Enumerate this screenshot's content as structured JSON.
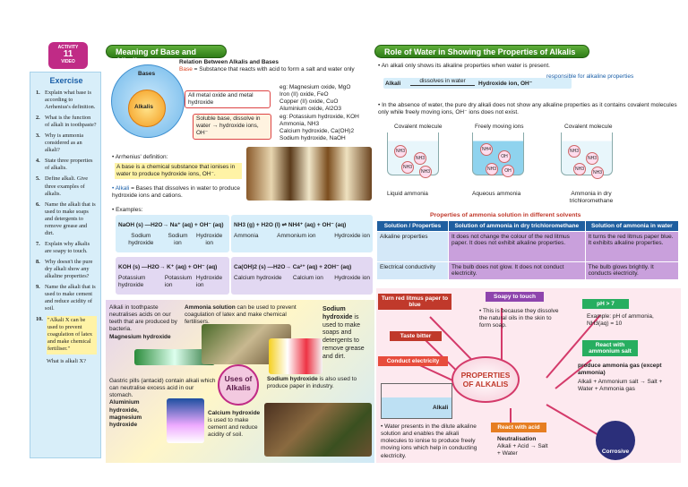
{
  "badge": {
    "top": "ACTIVITY",
    "num": "11",
    "bottom": "VIDEO"
  },
  "exercise": {
    "title": "Exercise",
    "items": [
      {
        "n": "1.",
        "t": "Explain what base is according to Arrhenius's definition."
      },
      {
        "n": "2.",
        "t": "What is the function of alkali in toothpaste?"
      },
      {
        "n": "3.",
        "t": "Why is ammonia considered as an alkali?"
      },
      {
        "n": "4.",
        "t": "State three properties of alkalis."
      },
      {
        "n": "5.",
        "t": "Define alkali. Give three examples of alkalis."
      },
      {
        "n": "6.",
        "t": "Name the alkali that is used to make soaps and detergents to remove grease and dirt."
      },
      {
        "n": "7.",
        "t": "Explain why alkalis are soapy to touch."
      },
      {
        "n": "8.",
        "t": "Why doesn't the pure dry alkali show any alkaline properties?"
      },
      {
        "n": "9.",
        "t": "Name the alkali that is used to make cement and reduce acidity of soil."
      }
    ],
    "q10": "10.",
    "q10a": "\"Alkali X can be used to prevent coagulation of latex and make chemical fertiliser.\"",
    "q10b": "What is alkali X?"
  },
  "left": {
    "header": "Meaning of Base and Alkali",
    "relation": "Relation Between Alkalis and Bases",
    "bases": "Bases",
    "alkalis": "Alkalis",
    "def_base_word": "Base",
    "def_base": " = Substance that reacts with acid to form a salt and water only",
    "metal": "All metal oxide and metal hydroxide",
    "eg1": "eg: Magnesium oxide, MgO\nIron (II) oxide, FeO\nCopper (II) oxide, CuO\nAluminium oxide, Al2O3",
    "soluble": "Soluble base, dissolve in water → hydroxide ions, OH⁻",
    "eg2": "eg: Potassium hydroxide, KOH\nAmmonia, NH3\nCalcium hydroxide, Ca(OH)2\nSodium hydroxide, NaOH",
    "arr": "• Arrhenius' definition:",
    "arr_def": "A base is a chemical substance that ionises in water to produce hydroxide ions, OH⁻.",
    "alkali_def_word": "• Alkali",
    "alkali_def": " = Bases that dissolves in water to produce hydroxide ions and cations.",
    "examples": "• Examples:",
    "eqa": "NaOH (s) —H2O→ Na⁺ (aq) + OH⁻ (aq)",
    "eqa_l": [
      "Sodium hydroxide",
      "Sodium ion",
      "Hydroxide ion"
    ],
    "eqc": "NH3 (g) + H2O (l) ⇌ NH4⁺ (aq) + OH⁻ (aq)",
    "eqc_l": [
      "Ammonia",
      "Ammonium ion",
      "Hydroxide ion"
    ],
    "eqb": "KOH (s) —H2O→ K⁺ (aq) + OH⁻ (aq)",
    "eqb_l": [
      "Potassium hydroxide",
      "Potassium ion",
      "Hydroxide ion"
    ],
    "eqd": "Ca(OH)2 (s) —H2O→ Ca²⁺ (aq) + 2OH⁻ (aq)",
    "eqd_l": [
      "Calcium hydroxide",
      "Calcium ion",
      "Hydroxide ion"
    ],
    "uses_title": "Uses of Alkalis",
    "u1": "Alkali in toothpaste neutralises acids on our teeth that are produced by bacteria.",
    "u1b": "Magnesium hydroxide",
    "u2a": "Ammonia solution",
    "u2": " can be used to prevent coagulation of latex and make chemical fertilisers.",
    "u3a": "Sodium hydroxide",
    "u3": " is used to make soaps and detergents to remove grease and dirt.",
    "u4": "Gastric pills (antacid) contain alkali which can neutralise excess acid in our stomach.",
    "u4b": "Aluminium hydroxide, magnesium hydroxide",
    "u5a": "Calcium hydroxide",
    "u5": " is used to make cement and reduce acidity of soil.",
    "u6a": "Sodium hydroxide",
    "u6": " is also used to produce paper in industry."
  },
  "right": {
    "header": "Role of Water in Showing the Properties of Alkalis",
    "p1": "• An alkali only shows its alkaline properties when water is present.",
    "alkali": "Alkali",
    "dissolves": "dissolves in water",
    "hydroxide": "Hydroxide ion, OH⁻",
    "resp": "responsible for alkaline properties",
    "p2": "• In the absence of water, the pure dry alkali does not show any alkaline properties as it contains covalent molecules only while freely moving ions, OH⁻ ions does not exist.",
    "bk": [
      {
        "top": "Covalent molecule",
        "bottom": "Liquid ammonia"
      },
      {
        "top": "Freely moving ions",
        "bottom": "Aqueous ammonia"
      },
      {
        "top": "Covalent molecule",
        "bottom": "Ammonia in dry trichloromethane"
      }
    ],
    "table_title": "Properties of ammonia solution in different solvents",
    "th": [
      "Solution / Properties",
      "Solution of ammonia in dry trichloromethane",
      "Solution of ammonia in water"
    ],
    "rows": [
      [
        "Alkaline properties",
        "It does not change the colour of the red litmus paper. It does not exhibit alkaline properties.",
        "It turns the red litmus paper blue. It exhibits alkaline properties."
      ],
      [
        "Electrical conductivity",
        "The bulb does not glow. It does not conduct electricity.",
        "The bulb glows brightly. It conducts electricity."
      ]
    ],
    "center": "PROPERTIES OF ALKALIS",
    "litmus": "Turn red litmus paper to blue",
    "soapy": "Soapy to touch",
    "soapy_note": "• This is because they dissolve the natural oils in the skin to form soap.",
    "ph": "pH > 7",
    "ph_note": "Example: pH of ammonia, NH3(aq) = 10",
    "bitter": "Taste bitter",
    "conduct": "Conduct electricity",
    "alkali_lbl": "Alkali",
    "conduct_note": "• Water presents in the dilute alkaline solution and enables the alkali molecules to ionise to produce freely moving ions which help in conducting electricity.",
    "ammsalt": "React with ammonium salt",
    "ammsalt_note": "produce ammonia gas (except ammonia)",
    "ammsalt_eq": "Alkali + Ammonium salt → Salt + Water + Ammonia gas",
    "acid": "React with acid",
    "neut": "Neutralisation",
    "neut_eq": "Alkali + Acid → Salt + Water",
    "corrosive": "Corrosive"
  }
}
